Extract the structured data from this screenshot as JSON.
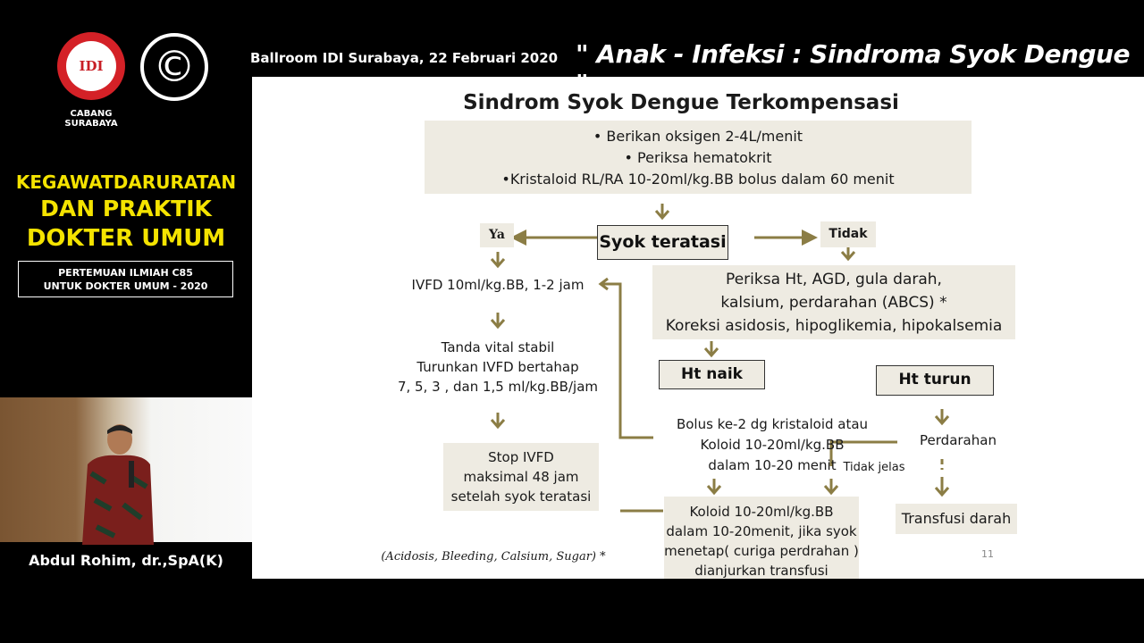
{
  "header": {
    "logo_text": "IDI",
    "copyright_symbol": "©",
    "branch": "CABANG SURABAYA",
    "event": "Ballroom IDI Surabaya, 22 Februari 2020",
    "topic": "\" Anak - Infeksi : Sindroma Syok Dengue \""
  },
  "sidebar": {
    "title_lines": [
      "KEGAWATDARURATAN",
      "DAN PRAKTIK",
      "DOKTER UMUM"
    ],
    "meeting_lines": [
      "PERTEMUAN ILMIAH C85",
      "UNTUK DOKTER UMUM - 2020"
    ],
    "speaker": "Abdul Rohim, dr.,SpA(K)"
  },
  "slide": {
    "title": "Sindrom Syok Dengue Terkompensasi",
    "initial_steps": [
      "• Berikan oksigen 2-4L/menit",
      "• Periksa hematokrit",
      "•Kristaloid RL/RA 10-20ml/kg.BB bolus dalam 60 menit"
    ],
    "decision": "Syok teratasi",
    "yes": "Ya",
    "no": "Tidak",
    "yes_steps": {
      "ivfd": "IVFD 10ml/kg.BB, 1-2 jam",
      "stable": [
        "Tanda vital stabil",
        "Turunkan IVFD bertahap",
        "7, 5, 3 , dan 1,5 ml/kg.BB/jam"
      ],
      "stop": [
        "Stop IVFD",
        "maksimal 48 jam",
        "setelah syok teratasi"
      ]
    },
    "no_steps": {
      "check": [
        "Periksa Ht, AGD, gula darah,",
        "kalsium, perdarahan (ABCS) *",
        "Koreksi asidosis, hipoglikemia, hipokalsemia"
      ],
      "ht_up": "Ht naik",
      "ht_down": "Ht turun",
      "bolus": [
        "Bolus ke-2 dg kristaloid atau",
        "Koloid 10-20ml/kg.BB",
        "dalam 10-20 menit"
      ],
      "bleeding": "Perdarahan",
      "unclear": "Tidak jelas",
      "colloid": [
        "Koloid 10-20ml/kg.BB",
        "dalam 10-20menit, jika syok",
        "menetap( curiga perdrahan )",
        "dianjurkan transfusi"
      ],
      "transfusion": "Transfusi darah"
    },
    "footnote": "(Acidosis, Bleeding, Calsium, Sugar) *",
    "page_number": "11"
  },
  "colors": {
    "background": "#000000",
    "idi_red": "#d42127",
    "sidebar_yellow": "#f4e300",
    "box_fill": "#eeebe2",
    "arrow_color": "#8b7d45"
  }
}
